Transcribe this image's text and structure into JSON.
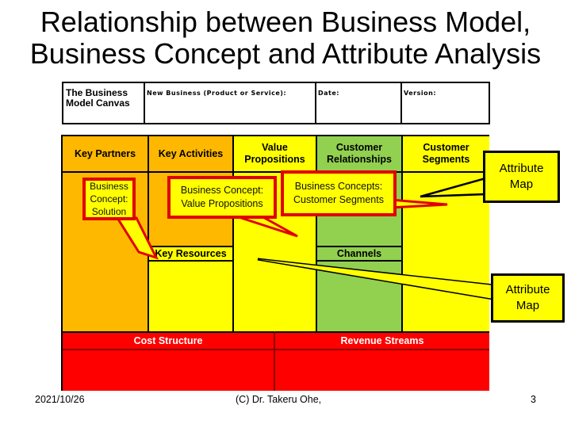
{
  "slide": {
    "title_line1": "Relationship between Business Model,",
    "title_line2": "Business Concept and Attribute Analysis"
  },
  "canvas_header": {
    "name_line1": "The Business",
    "name_line2": "Model Canvas",
    "new_business_label": "New Business (Product or Service):",
    "date_label": "Date:",
    "version_label": "Version:"
  },
  "canvas": {
    "key_partners": "Key Partners",
    "key_activities": "Key Activities",
    "key_resources": "Key Resources",
    "value_propositions_line1": "Value",
    "value_propositions_line2": "Propositions",
    "customer_relationships_line1": "Customer",
    "customer_relationships_line2": "Relationships",
    "channels": "Channels",
    "customer_segments_line1": "Customer",
    "customer_segments_line2": "Segments",
    "cost_structure": "Cost Structure",
    "revenue_streams": "Revenue Streams",
    "colors": {
      "orange": "#FFB800",
      "yellow": "#FFFF00",
      "green": "#92D050",
      "red": "#FF0000"
    }
  },
  "callouts": {
    "solution_line1": "Business",
    "solution_line2": "Concept:",
    "solution_line3": "Solution",
    "value_prop_line1": "Business Concept:",
    "value_prop_line2": "Value Propositions",
    "cust_seg_line1": "Business Concepts:",
    "cust_seg_line2": "Customer Segments",
    "attribute_map_top_line1": "Attribute",
    "attribute_map_top_line2": "Map",
    "attribute_map_bottom_line1": "Attribute",
    "attribute_map_bottom_line2": "Map"
  },
  "footer": {
    "date": "2021/10/26",
    "copyright": "(C)  Dr. Takeru Ohe,",
    "page_number": "3"
  }
}
